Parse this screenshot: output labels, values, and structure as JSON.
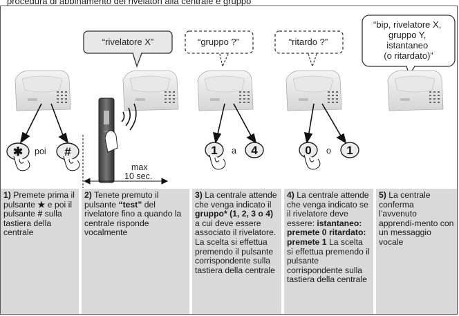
{
  "top_caption": "procedura di abbinamento dei rivelatori alla centrale e gruppo",
  "bubbles": {
    "b1": "“rivelatore X”",
    "b2": "“gruppo ?”",
    "b3": "“ritardo ?”",
    "b4_lines": [
      "“bip, rivelatore X,",
      "gruppo Y,",
      "istantaneo",
      "(o ritardato)”"
    ]
  },
  "keys": {
    "star": "✱",
    "hash": "#",
    "one_a": "1",
    "four": "4",
    "zero": "0",
    "one_b": "1"
  },
  "connectors": {
    "poi": "poi",
    "a": "a",
    "o": "o"
  },
  "timer": {
    "max": "max",
    "duration": "10 sec."
  },
  "steps": [
    {
      "num": "1)",
      "parts": [
        {
          "t": " Premete prima il pulsante "
        },
        {
          "t": "★",
          "b": true
        },
        {
          "t": " e poi il pulsante "
        },
        {
          "t": "#",
          "b": true
        },
        {
          "t": " sulla tastiera della centrale"
        }
      ]
    },
    {
      "num": "2)",
      "parts": [
        {
          "t": " Tenete premuto il pulsante "
        },
        {
          "t": "“test”",
          "b": true
        },
        {
          "t": " del rivelatore fino a quando la centrale risponde vocalmente"
        }
      ]
    },
    {
      "num": "3)",
      "parts": [
        {
          "t": " La centrale attende che venga indicato il "
        },
        {
          "t": "gruppo* (1, 2, 3 o 4)",
          "b": true
        },
        {
          "t": " a cui deve essere associato il rivelatore. La scelta si effettua premendo il pulsante corrispondente sulla tastiera della centrale"
        }
      ]
    },
    {
      "num": "4)",
      "parts": [
        {
          "t": " La centrale attende che venga indicato se il rivelatore deve essere: "
        },
        {
          "t": "istantaneo: premete 0 ritardato: premete 1",
          "b": true
        },
        {
          "t": " La scelta si effettua premendo il pulsante corrispondente sulla tastiera della centrale"
        }
      ]
    },
    {
      "num": "5)",
      "parts": [
        {
          "t": " La centrale conferma l’avvenuto apprendi-mento con un messaggio vocale"
        }
      ]
    }
  ]
}
